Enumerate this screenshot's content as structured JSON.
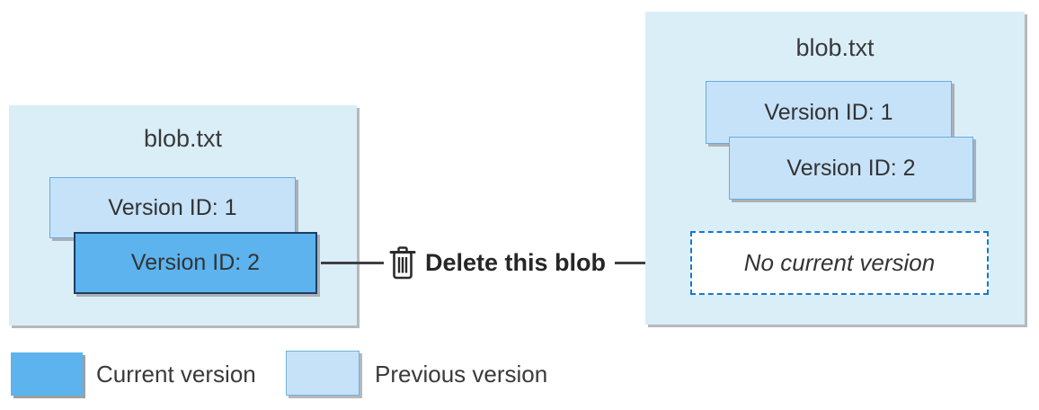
{
  "colors": {
    "current_version_fill": "#5CB3EE",
    "current_version_border": "#1F3C61",
    "previous_version_fill": "#C6E2F8",
    "previous_version_border": "#68ACE0",
    "panel_fill": "#DAEEF8",
    "dashed_border": "#1578CC",
    "arrow": "#404040"
  },
  "left_panel": {
    "title": "blob.txt",
    "versions": [
      {
        "label": "Version ID: 1",
        "state": "previous"
      },
      {
        "label": "Version ID: 2",
        "state": "current"
      }
    ]
  },
  "action": {
    "icon": "trash-icon",
    "label": "Delete this blob"
  },
  "right_panel": {
    "title": "blob.txt",
    "versions": [
      {
        "label": "Version ID: 1",
        "state": "previous"
      },
      {
        "label": "Version ID: 2",
        "state": "previous"
      }
    ],
    "no_current_label": "No current version"
  },
  "legend": {
    "items": [
      {
        "label": "Current version",
        "swatch": "#5CB3EE"
      },
      {
        "label": "Previous version",
        "swatch": "#C6E2F8"
      }
    ]
  }
}
